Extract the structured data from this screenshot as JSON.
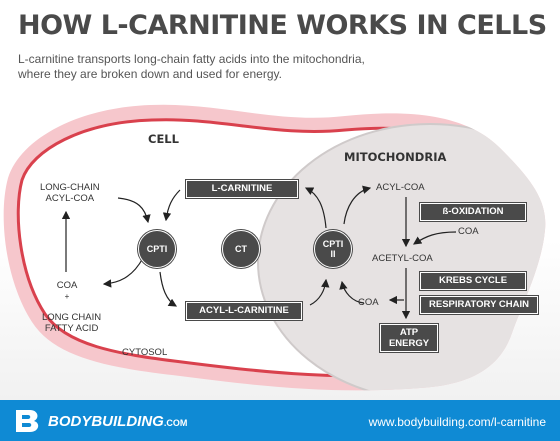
{
  "title": "HOW L-CARNITINE WORKS IN CELLS",
  "subtitle_line1": "L-carnitine transports long-chain fatty acids into the mitochondria,",
  "subtitle_line2": "where they are broken down and used for energy.",
  "cell_label": "CELL",
  "mito_label": "MITOCHONDRIA",
  "cytosol_label": "CYTOSOL",
  "long_chain_acyl_coa_1": "LONG-CHAIN",
  "long_chain_acyl_coa_2": "ACYL-COA",
  "coa_left": "COA",
  "plus": "+",
  "long_chain_fatty_acid_1": "LONG CHAIN",
  "long_chain_fatty_acid_2": "FATTY ACID",
  "l_carnitine": "L-CARNITINE",
  "acyl_l_carnitine": "ACYL-L-CARNITINE",
  "cpt1": "CPTI",
  "ct": "CT",
  "cpt2_1": "CPTI",
  "cpt2_2": "II",
  "acyl_coa": "ACYL-COA",
  "beta_oxidation": "ß-OXIDATION",
  "coa_right_top": "COA",
  "acetyl_coa": "ACETYL-COA",
  "krebs_cycle": "KREBS CYCLE",
  "respiratory_chain": "RESPIRATORY CHAIN",
  "coa_right_bottom": "COA",
  "atp_1": "ATP",
  "atp_2": "ENERGY",
  "brand": "BODYBUILDING",
  "brand_suffix": ".COM",
  "url": "www.bodybuilding.com/l-carnitine",
  "colors": {
    "cell_membrane": "#d9414d",
    "mito": "#e7e3e3",
    "footer": "#0f8ad4",
    "node": "#4a4a4a"
  }
}
